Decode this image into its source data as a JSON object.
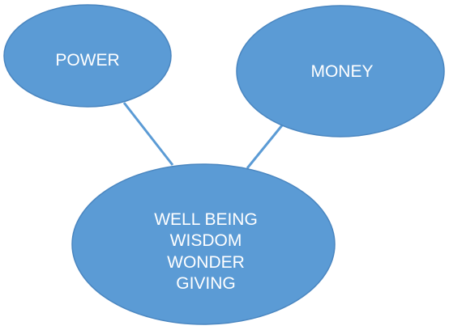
{
  "colors": {
    "node_fill": "#5b9bd5",
    "connector": "#5b9bd5"
  },
  "nodes": {
    "power": {
      "label": "POWER"
    },
    "money": {
      "label": "MONEY"
    },
    "center": {
      "lines": [
        "WELL BEING",
        "WISDOM",
        "WONDER",
        "GIVING"
      ]
    }
  }
}
